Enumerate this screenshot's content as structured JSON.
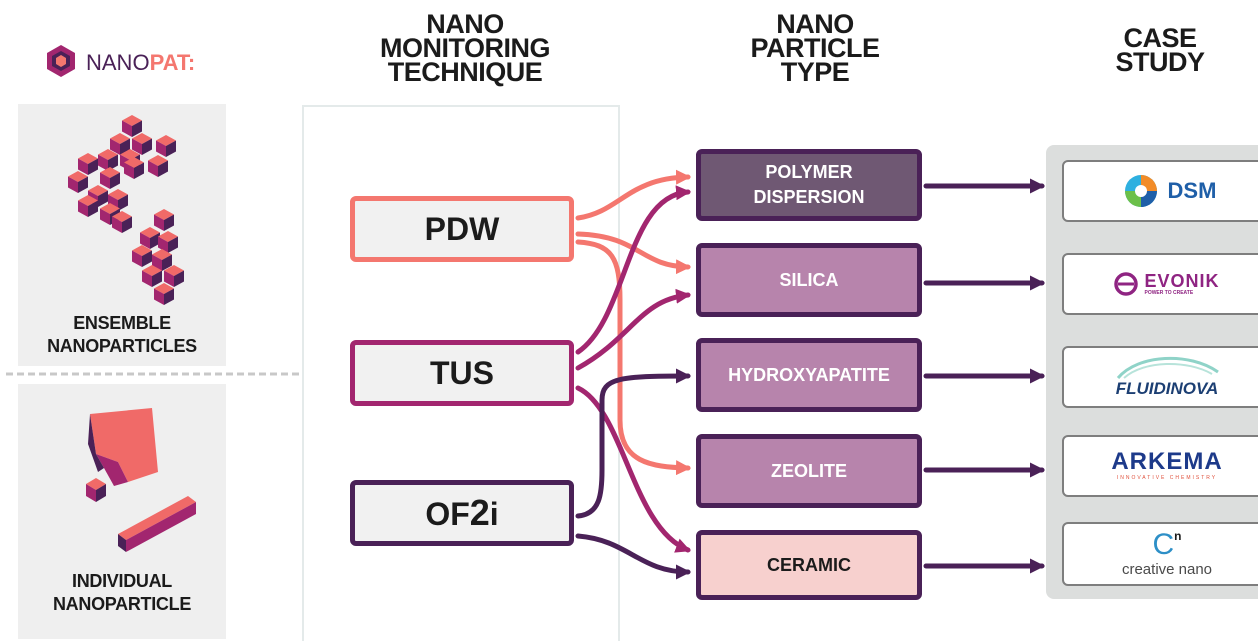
{
  "brand": {
    "name_part1": "NANO",
    "name_part2": "PAT:"
  },
  "headers": {
    "technique": [
      "NANO",
      "MONITORING",
      "TECHNIQUE"
    ],
    "particle": [
      "NANO",
      "PARTICLE",
      "TYPE"
    ],
    "case": [
      "CASE",
      "STUDY"
    ]
  },
  "categories": {
    "ensemble": [
      "ENSEMBLE",
      "NANOPARTICLES"
    ],
    "individual": [
      "INDIVIDUAL",
      "NANOPARTICLE"
    ]
  },
  "techniques": [
    {
      "id": "pdw",
      "parts": [
        "PDW"
      ],
      "color": "#f4776f"
    },
    {
      "id": "tus",
      "parts": [
        "TUS"
      ],
      "color": "#a2266f"
    },
    {
      "id": "of2i",
      "parts": [
        "OF",
        "2",
        "i"
      ],
      "color": "#4a2157"
    }
  ],
  "particles": [
    {
      "id": "polymer-dispersion",
      "lines": [
        "POLYMER",
        "DISPERSION"
      ],
      "fill": "#6f5873",
      "text_color": "#ffffff"
    },
    {
      "id": "silica",
      "lines": [
        "SILICA"
      ],
      "fill": "#b784ac",
      "text_color": "#ffffff"
    },
    {
      "id": "hydroxyapatite",
      "lines": [
        "HYDROXYAPATITE"
      ],
      "fill": "#b784ac",
      "text_color": "#ffffff"
    },
    {
      "id": "zeolite",
      "lines": [
        "ZEOLITE"
      ],
      "fill": "#b784ac",
      "text_color": "#ffffff"
    },
    {
      "id": "ceramic",
      "lines": [
        "CERAMIC"
      ],
      "fill": "#f7d0ce",
      "text_color": "#1b1b1b"
    }
  ],
  "case_studies": [
    {
      "id": "dsm",
      "name": "DSM"
    },
    {
      "id": "evonik",
      "name": "EVONIK",
      "tagline": "POWER TO CREATE"
    },
    {
      "id": "fluidinova",
      "name": "FLUIDINOVA"
    },
    {
      "id": "arkema",
      "name": "ARKEMA",
      "tagline": "INNOVATIVE CHEMISTRY"
    },
    {
      "id": "creative-nano",
      "name": "creative nano",
      "mark": "C",
      "mark_sup": "n"
    }
  ],
  "colors": {
    "pdw": "#f4776f",
    "tus": "#a2266f",
    "of2i": "#4a2157",
    "dark_purple": "#4a2157",
    "cube_face": "#f06a68"
  }
}
